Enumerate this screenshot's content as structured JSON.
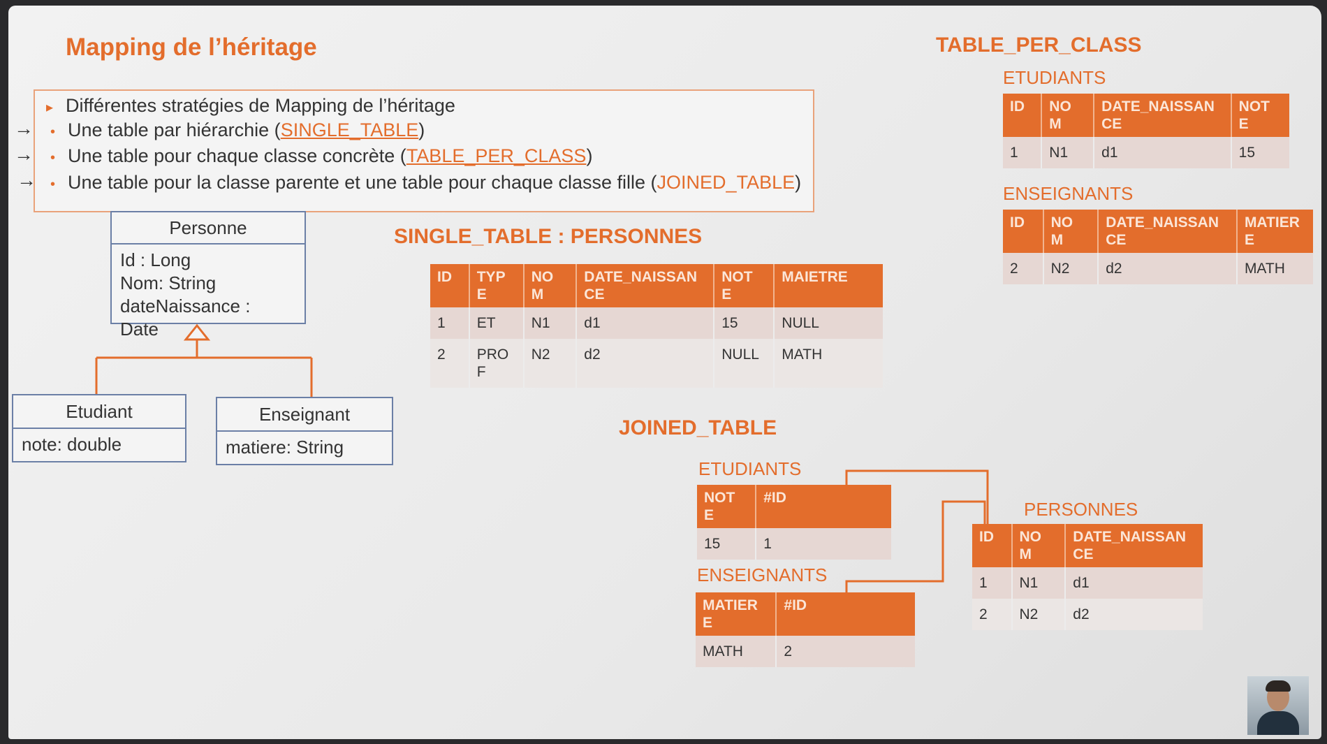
{
  "title": "Mapping de l’héritage",
  "bullets": {
    "heading": "Différentes stratégies de Mapping de l’héritage",
    "items": [
      {
        "text": "Une table par hiérarchie (",
        "hl": "SINGLE_TABLE",
        "end": ")"
      },
      {
        "text": "Une table pour chaque classe concrète (",
        "hl": "TABLE_PER_CLASS",
        "end": ")"
      },
      {
        "text": "Une table pour la classe parente et une table pour chaque classe fille (",
        "hl": "JOINED_TABLE",
        "end": ")"
      }
    ]
  },
  "uml": {
    "personne": {
      "name": "Personne",
      "attrs": [
        "Id : Long",
        "Nom: String",
        "dateNaissance :",
        "Date"
      ]
    },
    "etudiant": {
      "name": "Etudiant",
      "attr": "note: double"
    },
    "enseignant": {
      "name": "Enseignant",
      "attr": "matiere: String"
    }
  },
  "single_table": {
    "title": "SINGLE_TABLE : PERSONNES",
    "headers": [
      [
        "ID"
      ],
      [
        "TYP",
        "E"
      ],
      [
        "NO",
        "M"
      ],
      [
        "DATE_NAISSAN",
        "CE"
      ],
      [
        "NOT",
        "E"
      ],
      [
        "MAIETRE"
      ]
    ],
    "rows": [
      [
        "1",
        "ET",
        "N1",
        "d1",
        "15",
        "NULL"
      ],
      [
        "2",
        "PRO\nF",
        "N2",
        "d2",
        "NULL",
        "MATH"
      ]
    ]
  },
  "table_per_class": {
    "title": "TABLE_PER_CLASS",
    "etudiants": {
      "name": "ETUDIANTS",
      "headers": [
        [
          "ID"
        ],
        [
          "NO",
          "M"
        ],
        [
          "DATE_NAISSAN",
          "CE"
        ],
        [
          "NOT",
          "E"
        ]
      ],
      "rows": [
        [
          "1",
          "N1",
          "d1",
          "15"
        ]
      ]
    },
    "enseignants": {
      "name": "ENSEIGNANTS",
      "headers": [
        [
          "ID"
        ],
        [
          "NO",
          "M"
        ],
        [
          "DATE_NAISSAN",
          "CE"
        ],
        [
          "MATIER",
          "E"
        ]
      ],
      "rows": [
        [
          "2",
          "N2",
          "d2",
          "MATH"
        ]
      ]
    }
  },
  "joined_table": {
    "title": "JOINED_TABLE",
    "etudiants": {
      "name": "ETUDIANTS",
      "headers": [
        [
          "NOT",
          "E"
        ],
        [
          "#ID"
        ]
      ],
      "rows": [
        [
          "15",
          "1"
        ]
      ]
    },
    "enseignants": {
      "name": "ENSEIGNANTS",
      "headers": [
        [
          "MATIER",
          "E"
        ],
        [
          "#ID"
        ]
      ],
      "rows": [
        [
          "MATH",
          "2"
        ]
      ]
    },
    "personnes": {
      "name": "PERSONNES",
      "headers": [
        [
          "ID"
        ],
        [
          "NO",
          "M"
        ],
        [
          "DATE_NAISSAN",
          "CE"
        ]
      ],
      "rows": [
        [
          "1",
          "N1",
          "d1"
        ],
        [
          "2",
          "N2",
          "d2"
        ]
      ]
    }
  },
  "colors": {
    "accent": "#e36d2c",
    "null_text": "#c0282b",
    "uml_border": "#6b7fa6"
  },
  "icons": [
    "arrow-mark-icon",
    "bullet-icon",
    "inheritance-triangle-icon",
    "presenter-avatar-icon"
  ]
}
